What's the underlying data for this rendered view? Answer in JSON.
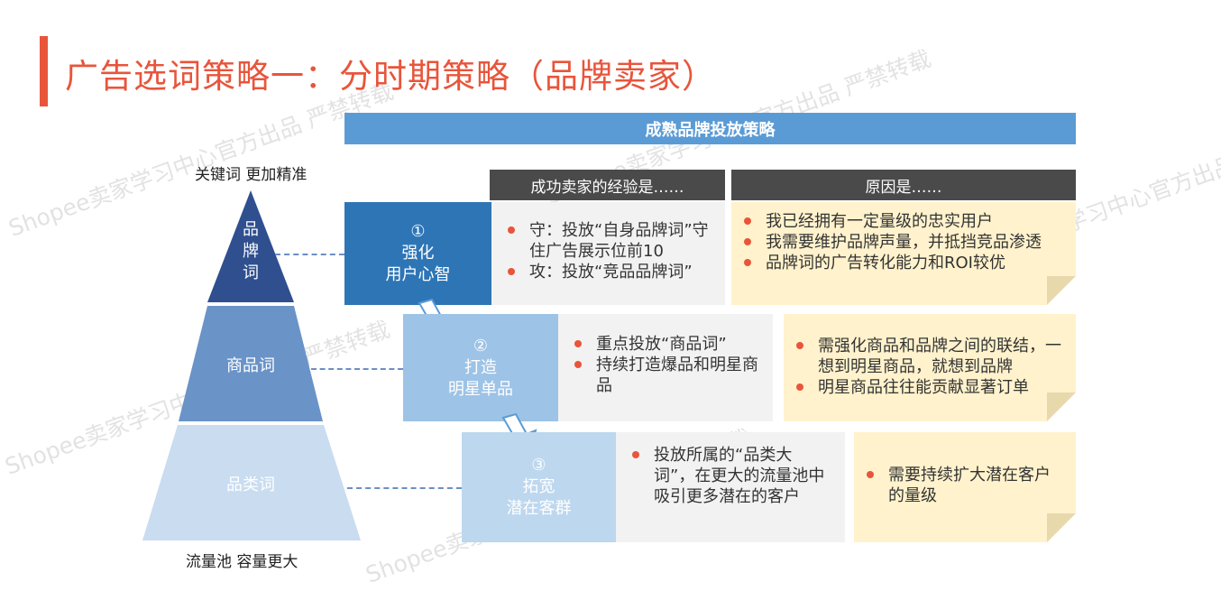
{
  "title": "广告选词策略一：分时期策略（品牌卖家）",
  "band_title": "成熟品牌投放策略",
  "headers": {
    "experience": "成功卖家的经验是……",
    "reason": "原因是……"
  },
  "pyramid": {
    "top_label": "关键词 更加精准",
    "bottom_label": "流量池 容量更大",
    "levels": [
      "品\n牌\n词",
      "商品词",
      "品类词"
    ]
  },
  "strategies": [
    {
      "num": "①",
      "lines": [
        "强化",
        "用户心智"
      ]
    },
    {
      "num": "②",
      "lines": [
        "打造",
        "明星单品"
      ]
    },
    {
      "num": "③",
      "lines": [
        "拓宽",
        "潜在客群"
      ]
    }
  ],
  "experiences": [
    [
      "守：投放“自身品牌词”守住广告展示位前10",
      "攻：投放“竞品品牌词”"
    ],
    [
      "重点投放“商品词”",
      "持续打造爆品和明星商品"
    ],
    [
      "投放所属的“品类大词”，在更大的流量池中吸引更多潜在的客户"
    ]
  ],
  "reasons": [
    [
      "我已经拥有一定量级的忠实用户",
      "我需要维护品牌声量，并抵挡竞品渗透",
      "品牌词的广告转化能力和ROI较优"
    ],
    [
      "需强化商品和品牌之间的联结，一想到明星商品，就想到品牌",
      "明星商品往往能贡献显著订单"
    ],
    [
      "需要持续扩大潜在客户的量级"
    ]
  ],
  "watermark": "Shopee卖家学习中心官方出品 严禁转载",
  "colors": {
    "accent": "#e8553b",
    "band": "#5b9bd5",
    "pyramid_top": "#2f4f8f",
    "pyramid_mid": "#6a93c8",
    "pyramid_bottom": "#c9dcf0",
    "note": "#fff2cc"
  }
}
